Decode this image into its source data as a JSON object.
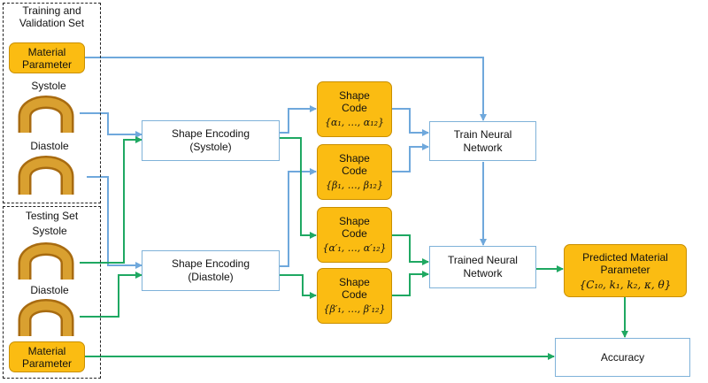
{
  "training_set": {
    "title_line1": "Training and",
    "title_line2": "Validation Set",
    "material_param_line1": "Material",
    "material_param_line2": "Parameter",
    "systole": "Systole",
    "diastole": "Diastole"
  },
  "testing_set": {
    "title": "Testing Set",
    "systole": "Systole",
    "diastole": "Diastole",
    "material_param_line1": "Material",
    "material_param_line2": "Parameter"
  },
  "encoders": {
    "systole_line1": "Shape Encoding",
    "systole_line2": "(Systole)",
    "diastole_line1": "Shape Encoding",
    "diastole_line2": "(Diastole)"
  },
  "shape_codes": [
    {
      "line1": "Shape",
      "line2": "Code",
      "math": "{α₁, …, α₁₂}"
    },
    {
      "line1": "Shape",
      "line2": "Code",
      "math": "{β₁, …, β₁₂}"
    },
    {
      "line1": "Shape",
      "line2": "Code",
      "math": "{α′₁, …, α′₁₂}"
    },
    {
      "line1": "Shape",
      "line2": "Code",
      "math": "{β′₁, …, β′₁₂}"
    }
  ],
  "networks": {
    "train_line1": "Train Neural",
    "train_line2": "Network",
    "trained_line1": "Trained Neural",
    "trained_line2": "Network"
  },
  "prediction": {
    "line1": "Predicted Material",
    "line2": "Parameter",
    "math": "{C₁₀, k₁, k₂, κ, θ}"
  },
  "accuracy": "Accuracy",
  "colors": {
    "training_arrow": "#6fa8dc",
    "testing_arrow": "#1fa862",
    "block_fill": "#fbbc12",
    "box_border": "#7fb2d9",
    "aorta": "#c98a1a"
  }
}
